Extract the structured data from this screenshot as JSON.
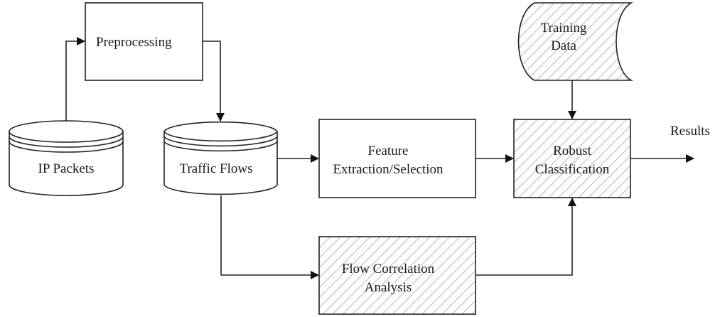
{
  "diagram": {
    "nodes": {
      "preprocessing": {
        "label": "Preprocessing"
      },
      "ip_packets": {
        "label": "IP Packets"
      },
      "traffic_flows": {
        "label": "Traffic Flows"
      },
      "feature": {
        "line1": "Feature",
        "line2": "Extraction/Selection"
      },
      "training": {
        "line1": "Training",
        "line2": "Data"
      },
      "robust": {
        "line1": "Robust",
        "line2": "Classification"
      },
      "flow_corr": {
        "line1": "Flow Correlation",
        "line2": "Analysis"
      }
    },
    "results_label": "Results",
    "edges": [
      {
        "from": "IP Packets",
        "to": "Preprocessing"
      },
      {
        "from": "Preprocessing",
        "to": "Traffic Flows"
      },
      {
        "from": "Traffic Flows",
        "to": "Feature Extraction/Selection"
      },
      {
        "from": "Traffic Flows",
        "to": "Flow Correlation Analysis"
      },
      {
        "from": "Feature Extraction/Selection",
        "to": "Robust Classification"
      },
      {
        "from": "Training Data",
        "to": "Robust Classification"
      },
      {
        "from": "Flow Correlation Analysis",
        "to": "Robust Classification"
      },
      {
        "from": "Robust Classification",
        "to": "Results"
      }
    ]
  }
}
